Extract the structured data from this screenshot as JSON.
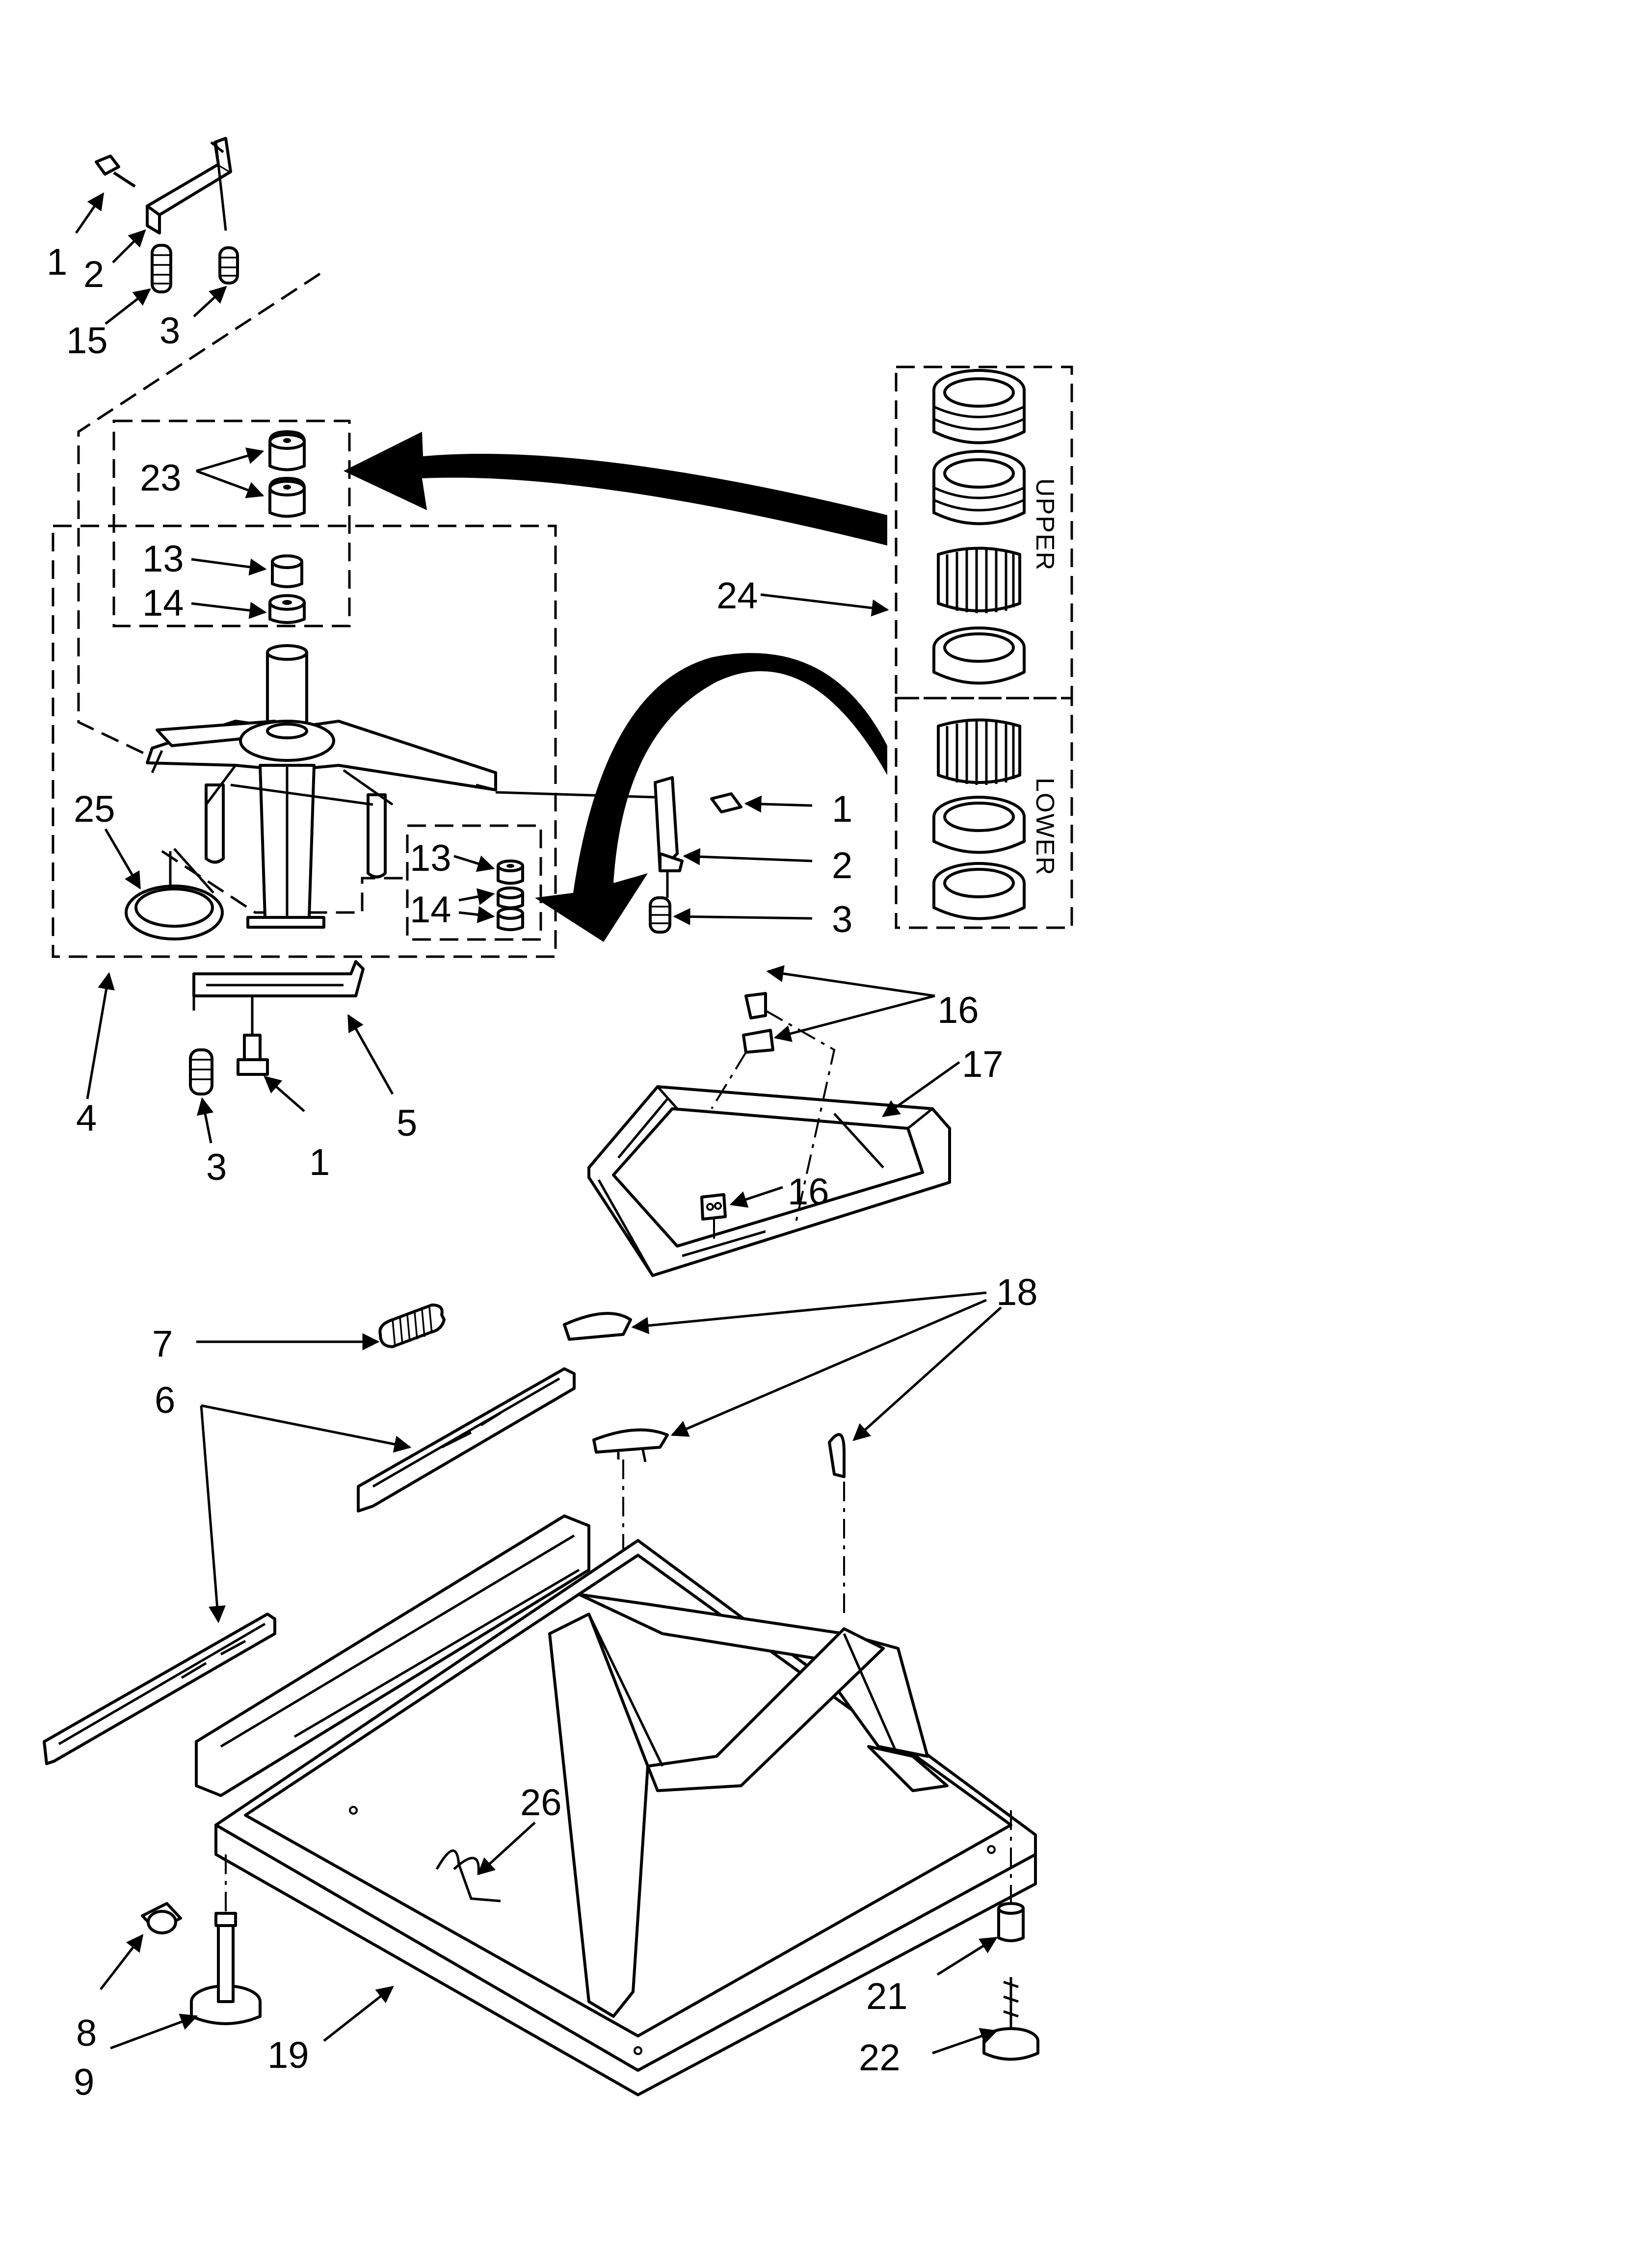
{
  "labels": {
    "l1a": "1",
    "l2a": "2",
    "l15": "15",
    "l3a": "3",
    "l23": "23",
    "l13a": "13",
    "l14a": "14",
    "l25": "25",
    "l13b": "13",
    "l14b": "14",
    "l4": "4",
    "l3b": "3",
    "l1b": "1",
    "l5": "5",
    "l24": "24",
    "l1c": "1",
    "l2c": "2",
    "l3c": "3",
    "l16a": "16",
    "l17": "17",
    "l16b": "16",
    "l7": "7",
    "l6": "6",
    "l18": "18",
    "l26": "26",
    "l8": "8",
    "l9": "9",
    "l19": "19",
    "l21": "21",
    "l22": "22"
  },
  "groups": {
    "upper": "UPPER",
    "lower": "LOWER"
  }
}
